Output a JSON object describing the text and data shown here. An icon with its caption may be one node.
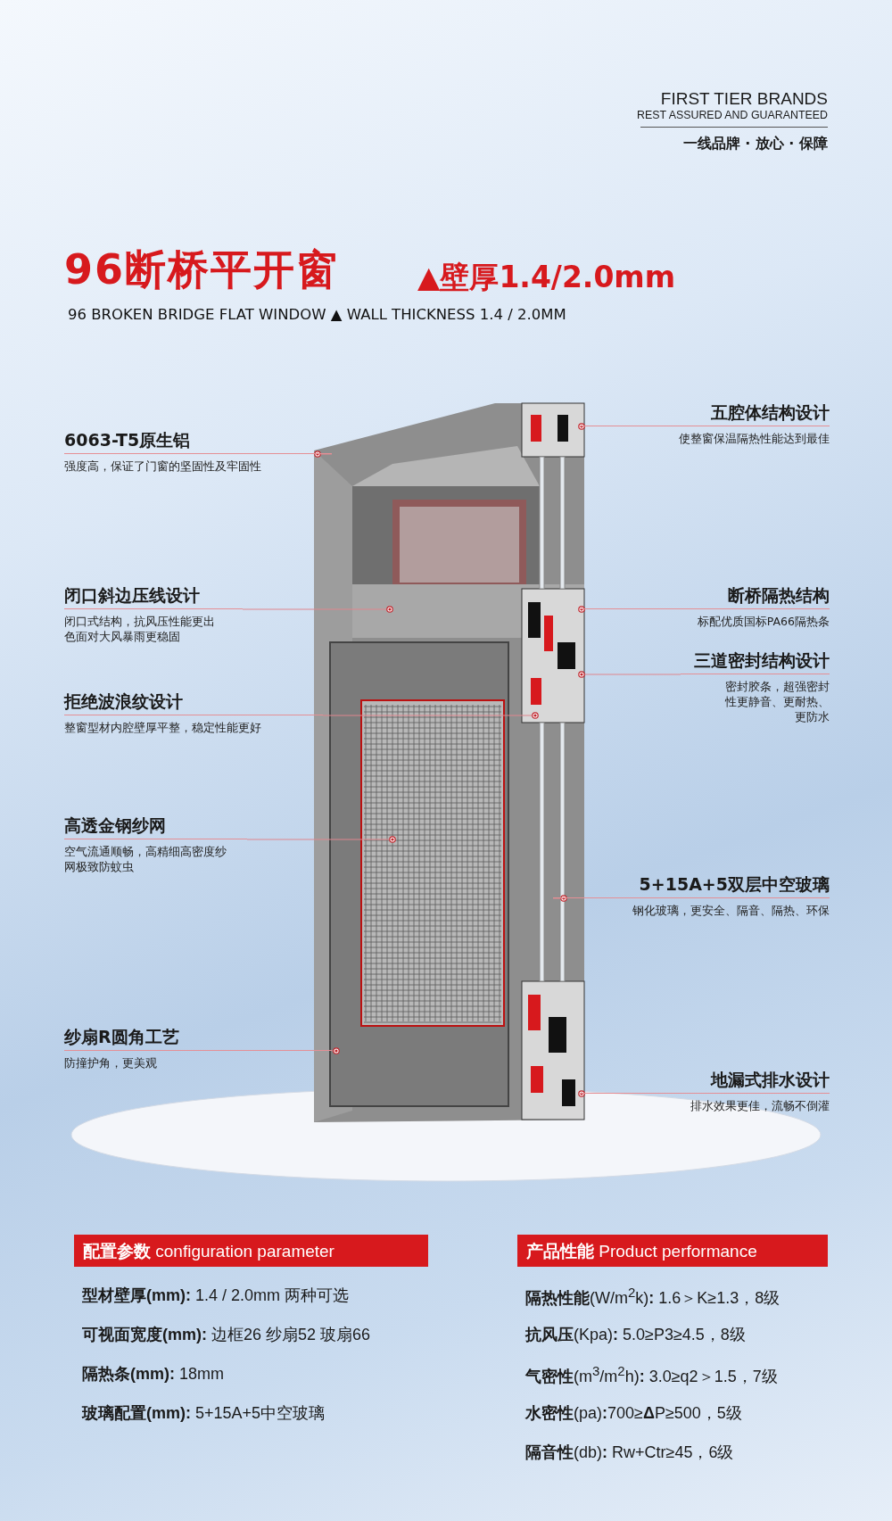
{
  "diagram": {
    "title": "96断桥平开窗",
    "nodes": [
      {
        "text": [
          "6063-T5原生铝",
          "强度高，保证了门窗的坚固性及牢固性"
        ]
      },
      {
        "text": [
          "闭口斜边压线设计",
          "闭口式结构，抗风压性能更出色面对大风暴雨更稳固"
        ]
      },
      {
        "text": [
          "拒绝波浪纹设计",
          "整窗型材内腔壁厚平整，稳定性能更好"
        ]
      },
      {
        "text": [
          "高透金钢纱网",
          "空气流通顺畅，高精细高密度纱网极致防蚊虫"
        ]
      },
      {
        "text": [
          "纱扇R圆角工艺",
          "防撞护角，更美观"
        ]
      },
      {
        "text": [
          "五腔体结构设计",
          "使整窗保温隔热性能达到最佳"
        ]
      },
      {
        "text": [
          "断桥隔热结构",
          "标配优质国标PA66隔热条"
        ]
      },
      {
        "text": [
          "三道密封结构设计",
          "密封胶条，超强密封性更静音、更耐热、更防水"
        ]
      },
      {
        "text": [
          "5+15A+5双层中空玻璃",
          "钢化玻璃，更安全、隔音、隔热、环保"
        ]
      },
      {
        "text": [
          "地漏式排水设计",
          "排水效果更佳，流畅不倒灌"
        ]
      },
      {
        "text": [
          "**配置参数** configuration parameter"
        ]
      },
      {
        "text": [
          "**产品性能** Product performance"
        ]
      },
      {
        "text": [],
        "shape": "picture"
      }
    ],
    "edges": [
      {
        "from": 0,
        "to": 12,
        "arrow": "other"
      },
      {
        "from": 1,
        "to": 12,
        "arrow": "other"
      },
      {
        "from": 2,
        "to": 12,
        "arrow": "other"
      },
      {
        "from": 3,
        "to": 12,
        "arrow": "other"
      },
      {
        "from": 4,
        "to": 12,
        "arrow": "other"
      },
      {
        "from": 5,
        "to": 12,
        "arrow": "other"
      },
      {
        "from": 6,
        "to": 12,
        "arrow": "other"
      },
      {
        "from": 7,
        "to": 12,
        "arrow": "other"
      },
      {
        "from": 8,
        "to": 12,
        "arrow": "other"
      },
      {
        "from": 9,
        "to": 12,
        "arrow": "other"
      }
    ],
    "labels": [
      "FIRST TIER BRANDS",
      "REST ASSURED AND GUARANTEED",
      "一线品牌 · 放心 · 保障",
      "▲壁厚1.4/2.0mm",
      "96 BROKEN BRIDGE FLAT WINDOW ▲ WALL THICKNESS 1.4 / 2.0MM",
      "**型材壁厚(mm):** 1.4 / 2.0mm 两种可选",
      "**可视面宽度(mm):** 边框26  纱扇52 玻扇66",
      "**隔热条(mm):** 18mm",
      "**玻璃配置(mm):** 5+15A+5中空玻璃",
      "**隔热性能**(W/m$^{2}$k)**:** 1.6＞K≥1.3，8级",
      "**抗风压**(Kpa)**:** 5.0≥P3≥4.5，8级",
      "**气密性**(m$^{3}$/m$^{2}$h)**:** 3.0≥q2＞1.5，7级",
      "**水密性**(pa)**:**700≥**Δ**P≥500，5级",
      "**隔音性**(db)**:** Rw+Ctr≥45，6级"
    ]
  }
}
